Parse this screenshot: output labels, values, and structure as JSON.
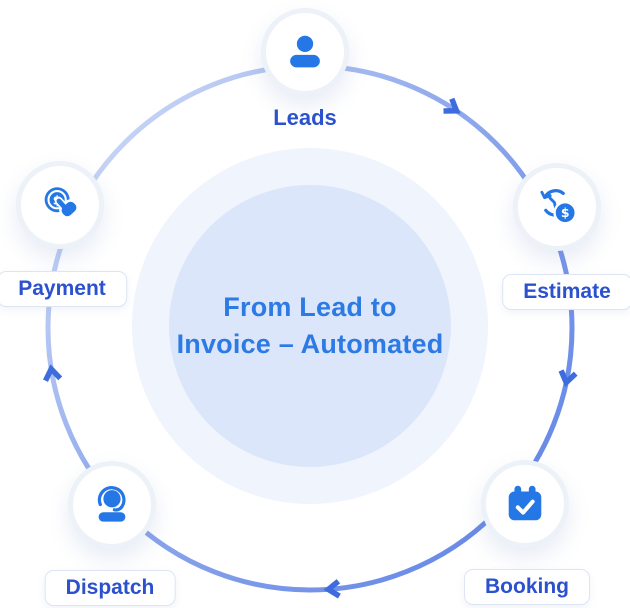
{
  "diagram": {
    "center_title": {
      "line1": "From Lead to",
      "line2": "Invoice – Automated"
    },
    "steps": [
      {
        "id": "leads",
        "label": "Leads",
        "icon": "user-icon"
      },
      {
        "id": "estimate",
        "label": "Estimate",
        "icon": "clock-refresh-dollar-icon"
      },
      {
        "id": "booking",
        "label": "Booking",
        "icon": "calendar-check-icon"
      },
      {
        "id": "dispatch",
        "label": "Dispatch",
        "icon": "headset-agent-icon"
      },
      {
        "id": "payment",
        "label": "Payment",
        "icon": "coin-tap-icon"
      }
    ],
    "flow_direction": "clockwise",
    "dollar_glyph": "$",
    "colors": {
      "icon_blue": "#2577e6",
      "label_text": "#2b51ce",
      "center_text": "#2c7ae4",
      "ring_gradient_light": "#dce5f8",
      "ring_gradient_dark": "#6285e6",
      "arrowhead": "#3e6cdf",
      "inner_disc": "#dce6fa",
      "outer_disc": "#f0f4fd",
      "node_ring": "#edf1f8"
    }
  }
}
